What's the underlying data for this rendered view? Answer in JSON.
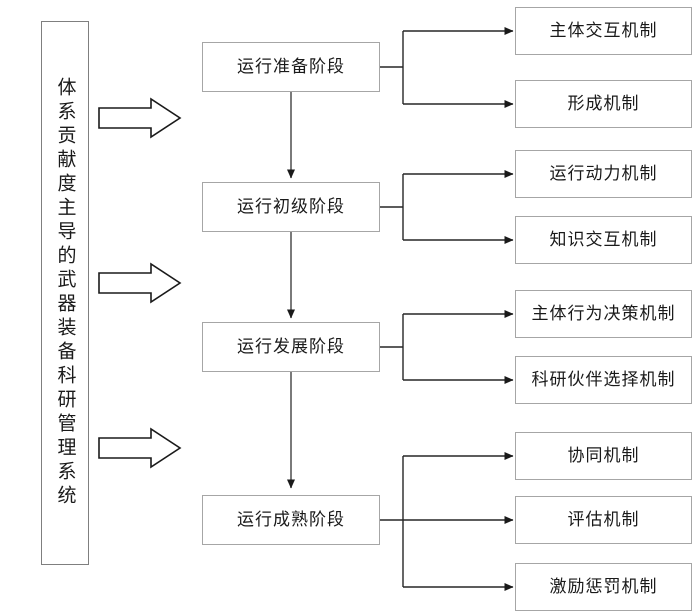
{
  "diagram": {
    "title_panel": {
      "text": "体系贡献度主导的武器装备科研管理系统",
      "orientation": "vertical"
    },
    "colors": {
      "box_border": "#a6a6a6",
      "panel_border": "#7f7f7f",
      "connector": "#262626",
      "text": "#1a1a1a",
      "background": "#ffffff"
    },
    "big_arrows": [
      {
        "name": "big-arrow-1",
        "label": ""
      },
      {
        "name": "big-arrow-2",
        "label": ""
      },
      {
        "name": "big-arrow-3",
        "label": ""
      }
    ],
    "stages": [
      {
        "id": "stage-1",
        "label": "运行准备阶段",
        "mechanisms": [
          {
            "id": "mech-1-1",
            "label": "主体交互机制"
          },
          {
            "id": "mech-1-2",
            "label": "形成机制"
          }
        ]
      },
      {
        "id": "stage-2",
        "label": "运行初级阶段",
        "mechanisms": [
          {
            "id": "mech-2-1",
            "label": "运行动力机制"
          },
          {
            "id": "mech-2-2",
            "label": "知识交互机制"
          }
        ]
      },
      {
        "id": "stage-3",
        "label": "运行发展阶段",
        "mechanisms": [
          {
            "id": "mech-3-1",
            "label": "主体行为决策机制"
          },
          {
            "id": "mech-3-2",
            "label": "科研伙伴选择机制"
          }
        ]
      },
      {
        "id": "stage-4",
        "label": "运行成熟阶段",
        "mechanisms": [
          {
            "id": "mech-4-1",
            "label": "协同机制"
          },
          {
            "id": "mech-4-2",
            "label": "评估机制"
          },
          {
            "id": "mech-4-3",
            "label": "激励惩罚机制"
          }
        ]
      }
    ]
  }
}
